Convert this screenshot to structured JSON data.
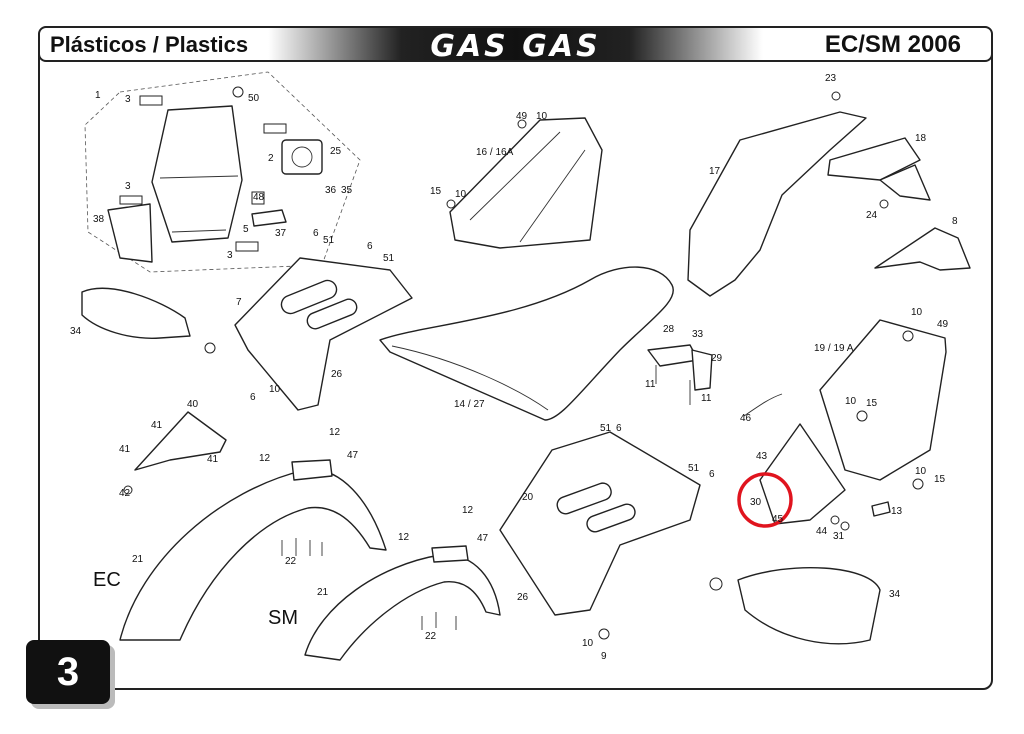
{
  "header": {
    "title_left": "Plásticos / Plastics",
    "brand": "GAS GAS",
    "title_right": "EC/SM 2006"
  },
  "page_number": "3",
  "variants": {
    "ec": "EC",
    "sm": "SM"
  },
  "highlight_color": "#e0141e",
  "callouts": {
    "c1": "1",
    "c3a": "3",
    "c50": "50",
    "c2": "2",
    "c25": "25",
    "c36": "36",
    "c35": "35",
    "c3b": "3",
    "c48": "48",
    "c38": "38",
    "c5": "5",
    "c37": "37",
    "c3c": "3",
    "c6a": "6",
    "c51a": "51",
    "c6b": "6",
    "c51b": "51",
    "c7": "7",
    "c34a": "34",
    "c26a": "26",
    "c10a": "10",
    "c6c": "6",
    "c49a": "49",
    "c10b": "10",
    "c16": "16 / 16A",
    "c15a": "15",
    "c10c": "10",
    "c23": "23",
    "c18": "18",
    "c17": "17",
    "c24": "24",
    "c8": "8",
    "c14": "14 / 27",
    "c28": "28",
    "c33": "33",
    "c29": "29",
    "c11a": "11",
    "c11b": "11",
    "c10d": "10",
    "c49b": "49",
    "c19": "19 / 19 A",
    "c46": "46",
    "c10e": "10",
    "c15b": "15",
    "c43": "43",
    "c10f": "10",
    "c15c": "15",
    "c30": "30",
    "c45": "45",
    "c13": "13",
    "c44": "44",
    "c31": "31",
    "c40": "40",
    "c41a": "41",
    "c41b": "41",
    "c41c": "41",
    "c42": "42",
    "c12a": "12",
    "c12b": "12",
    "c47a": "47",
    "c21a": "21",
    "c22a": "22",
    "c51c": "51",
    "c6d": "6",
    "c51d": "51",
    "c6e": "6",
    "c20": "20",
    "c26b": "26",
    "c10g": "10",
    "c9": "9",
    "c12c": "12",
    "c47b": "47",
    "c21b": "21",
    "c22b": "22",
    "c34b": "34"
  }
}
